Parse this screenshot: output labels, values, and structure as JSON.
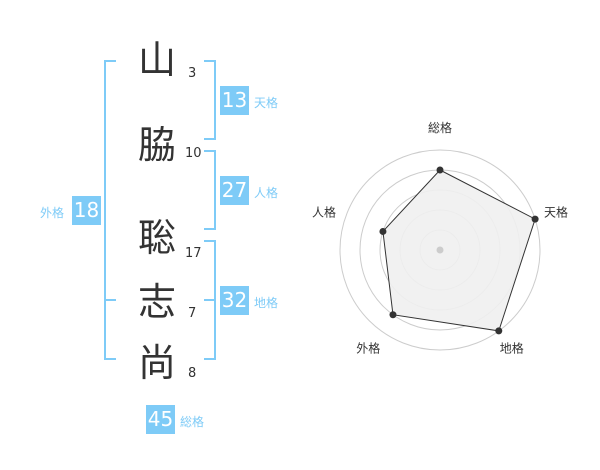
{
  "characters": [
    {
      "char": "山",
      "strokes": "3"
    },
    {
      "char": "脇",
      "strokes": "10"
    },
    {
      "char": "聡",
      "strokes": "17"
    },
    {
      "char": "志",
      "strokes": "7"
    },
    {
      "char": "尚",
      "strokes": "8"
    }
  ],
  "kaku": {
    "tenkaku": {
      "label": "天格",
      "value": "13"
    },
    "jinkaku": {
      "label": "人格",
      "value": "27"
    },
    "chikaku": {
      "label": "地格",
      "value": "32"
    },
    "gaikaku": {
      "label": "外格",
      "value": "18"
    },
    "soukaku": {
      "label": "総格",
      "value": "45"
    }
  },
  "accent": "#7ecbf7",
  "chart_data": {
    "type": "radar",
    "axes": [
      "総格",
      "天格",
      "地格",
      "外格",
      "人格"
    ],
    "values": [
      4,
      5,
      5,
      4,
      3
    ],
    "max": 5,
    "rings": 5
  }
}
